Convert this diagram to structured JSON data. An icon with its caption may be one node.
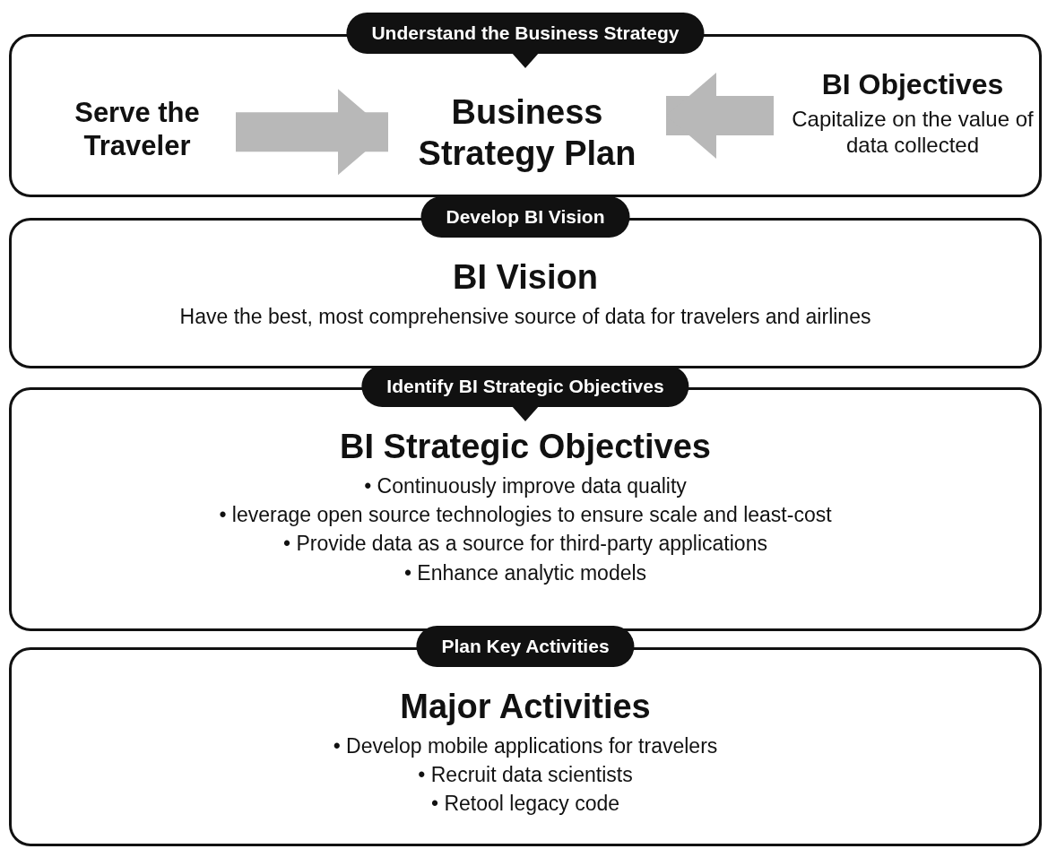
{
  "diagram": {
    "nodes": [
      {
        "text": [
          "Understand the Business Strategy"
        ]
      },
      {
        "text": [
          "Serve the Traveler"
        ],
        "in": 0
      },
      {
        "text": [
          "Business Strategy Plan"
        ],
        "in": 0
      },
      {
        "text": [
          "BI Objectives",
          "Capitalize on the value of data collected"
        ],
        "in": 0
      },
      {
        "text": [
          "Develop BI Vision",
          "BI Vision",
          "Have the best, most comprehensive source of data for travelers and airlines"
        ]
      },
      {
        "text": [
          "Identify BI Strategic Objectives",
          "BI Strategic Objectives",
          "• Continuously improve data quality",
          "• leverage open source technologies to ensure scale and least-cost",
          "• Provide data as a source for third-party applications",
          "• Enhance analytic models"
        ]
      },
      {
        "text": [
          "Plan Key Activities",
          "Major Activities",
          "• Develop mobile applications for travelers",
          "• Recruit data scientists",
          "• Retool legacy code"
        ]
      }
    ],
    "edges": [
      {
        "from": 1,
        "to": 2,
        "arrow": "to"
      },
      {
        "from": 3,
        "to": 2,
        "arrow": "to"
      }
    ]
  }
}
